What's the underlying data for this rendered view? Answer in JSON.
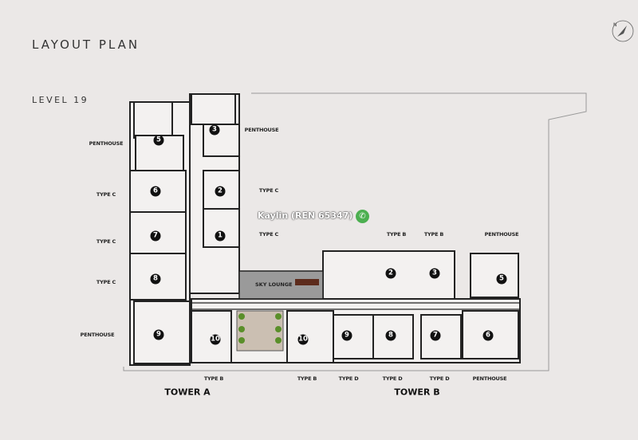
{
  "header": {
    "title": "LAYOUT PLAN",
    "level": "LEVEL 19"
  },
  "compass": {
    "icon": "north-arrow-icon",
    "label": "N"
  },
  "agent": {
    "text": "Kaylin (REN 65347)",
    "icon": "whatsapp-icon",
    "color": "#4caf50"
  },
  "amenity": {
    "sky_lounge": "SKY LOUNGE"
  },
  "towers": {
    "a": "TOWER A",
    "b": "TOWER B"
  },
  "unit_labels": {
    "a_penthouse_top_left": "PENTHOUSE",
    "a_penthouse_top_right": "PENTHOUSE",
    "a_type_c_6": "TYPE C",
    "a_type_c_2": "TYPE C",
    "a_type_c_7": "TYPE C",
    "a_type_c_1": "TYPE C",
    "a_type_c_8": "TYPE C",
    "a_penthouse_9": "PENTHOUSE",
    "a_type_b_10": "TYPE B",
    "b_type_b_2": "TYPE B",
    "b_type_b_3": "TYPE B",
    "b_penthouse_5": "PENTHOUSE",
    "b_type_b_10": "TYPE B",
    "b_type_d_9": "TYPE D",
    "b_type_d_8": "TYPE D",
    "b_type_d_7": "TYPE D",
    "b_penthouse_6": "PENTHOUSE"
  },
  "unit_numbers": {
    "a": [
      "5",
      "3",
      "6",
      "2",
      "7",
      "1",
      "8",
      "9",
      "10"
    ],
    "b": [
      "2",
      "3",
      "5",
      "10",
      "9",
      "8",
      "7",
      "6"
    ]
  }
}
